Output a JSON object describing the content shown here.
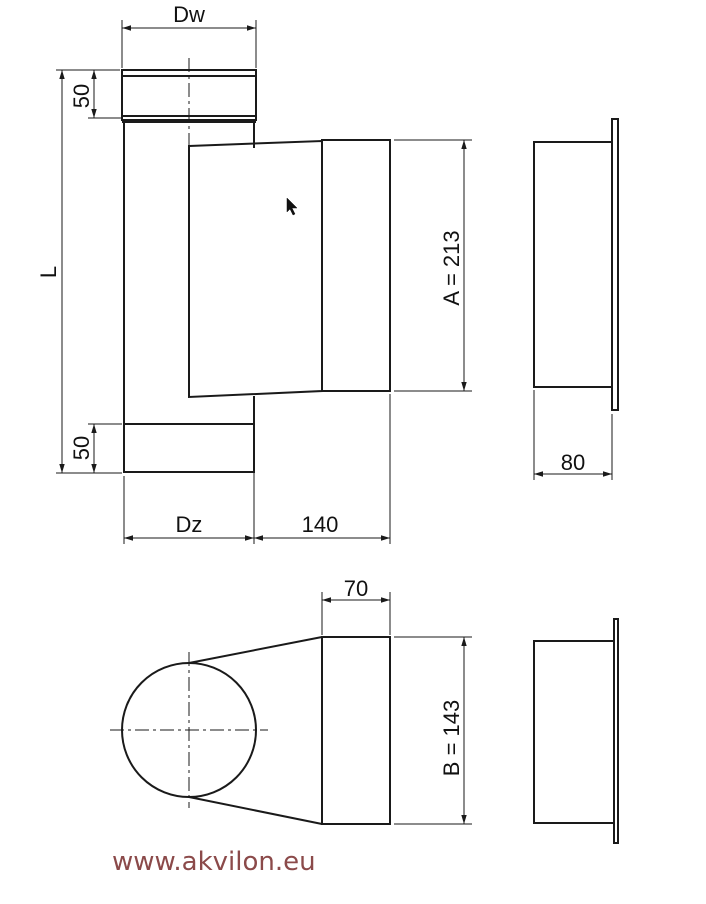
{
  "labels": {
    "dw": "Dw",
    "dz": "Dz",
    "l": "L",
    "top_50": "50",
    "bottom_50": "50",
    "a": "A = 213",
    "b": "B = 143",
    "w140": "140",
    "w80": "80",
    "w70": "70"
  },
  "footer": {
    "url": "www.akvilon.eu",
    "color": "#8b4a4a"
  },
  "colors": {
    "line": "#1a1a1a",
    "background": "#ffffff"
  },
  "cursor_icon": "arrow-pointer-icon"
}
